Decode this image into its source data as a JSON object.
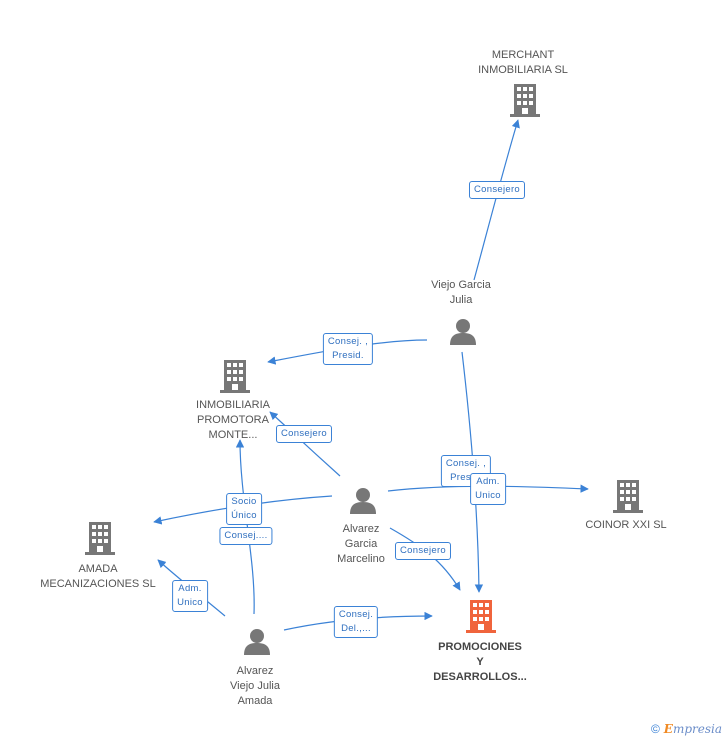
{
  "colors": {
    "edge": "#3b82d6",
    "node": "#777777",
    "focus": "#f0643c"
  },
  "nodes": {
    "merchant": {
      "label": "MERCHANT\nINMOBILIARIA SL",
      "icon": "building-icon"
    },
    "viejo_julia": {
      "label": "Viejo Garcia\nJulia",
      "icon": "person-icon"
    },
    "inmobiliaria": {
      "label": "INMOBILIARIA\nPROMOTORA\nMONTE...",
      "icon": "building-icon"
    },
    "alvarez_marcelino": {
      "label": "Alvarez\nGarcia\nMarcelino",
      "icon": "person-icon"
    },
    "coinor": {
      "label": "COINOR XXI SL",
      "icon": "building-icon"
    },
    "amada_mec": {
      "label": "AMADA\nMECANIZACIONES SL",
      "icon": "building-icon"
    },
    "alvarez_julia": {
      "label": "Alvarez\nViejo Julia\nAmada",
      "icon": "person-icon"
    },
    "promociones": {
      "label": "PROMOCIONES\nY\nDESARROLLOS...",
      "icon": "building-icon"
    }
  },
  "edges": {
    "e1": "Consejero",
    "e2": "Consej. ,\nPresid.",
    "e3": "Consejero",
    "e4": "Consej. ,\nPresid.",
    "e5": "Adm.\nUnico",
    "e6": "Socio\nÚnico",
    "e7": "Consej....",
    "e8": "Consejero",
    "e9": "Adm.\nUnico",
    "e10": "Consej.\nDel.,..."
  },
  "footer": {
    "copyright": "©",
    "brand_first": "E",
    "brand_rest": "mpresia"
  }
}
